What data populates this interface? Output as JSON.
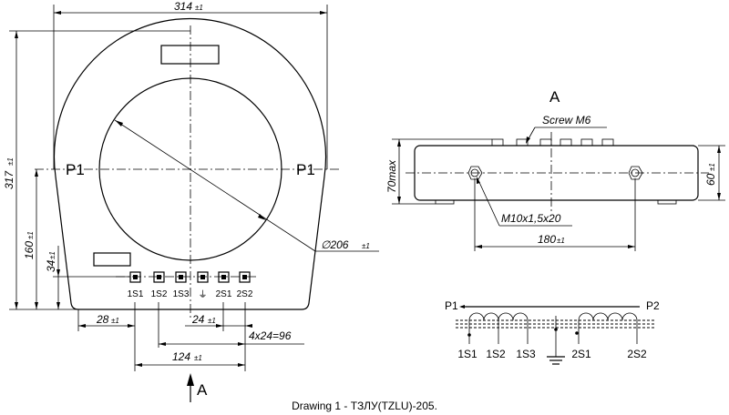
{
  "front_view": {
    "width_dim": "314",
    "height_dim": "317",
    "center_height_dim": "160",
    "terminal_height_dim": "34",
    "diameter_dim": "∅206",
    "edge_to_first_terminal_dim": "28",
    "terminal_pitch_dim": "24",
    "terminal_pitch_formula": "4x24=96",
    "terminal_span_dim": "124",
    "tolerance": "±1",
    "primary_left_label": "P1",
    "primary_right_label": "P1",
    "terminals": [
      "1S1",
      "1S2",
      "1S3",
      "⏚",
      "2S1",
      "2S2"
    ],
    "view_arrow_label": "A"
  },
  "side_view": {
    "title": "A",
    "screw_label": "Screw M6",
    "thread_label": "M10x1,5x20",
    "height_max_dim": "70max",
    "height_dim": "60",
    "hole_spacing_dim": "180",
    "tolerance": "±1"
  },
  "schematic": {
    "primary_left": "P1",
    "primary_right": "P2",
    "terminals": [
      "1S1",
      "1S2",
      "1S3",
      "2S1",
      "2S2"
    ]
  },
  "caption": "Drawing 1 - ТЗЛУ(TZLU)-205."
}
